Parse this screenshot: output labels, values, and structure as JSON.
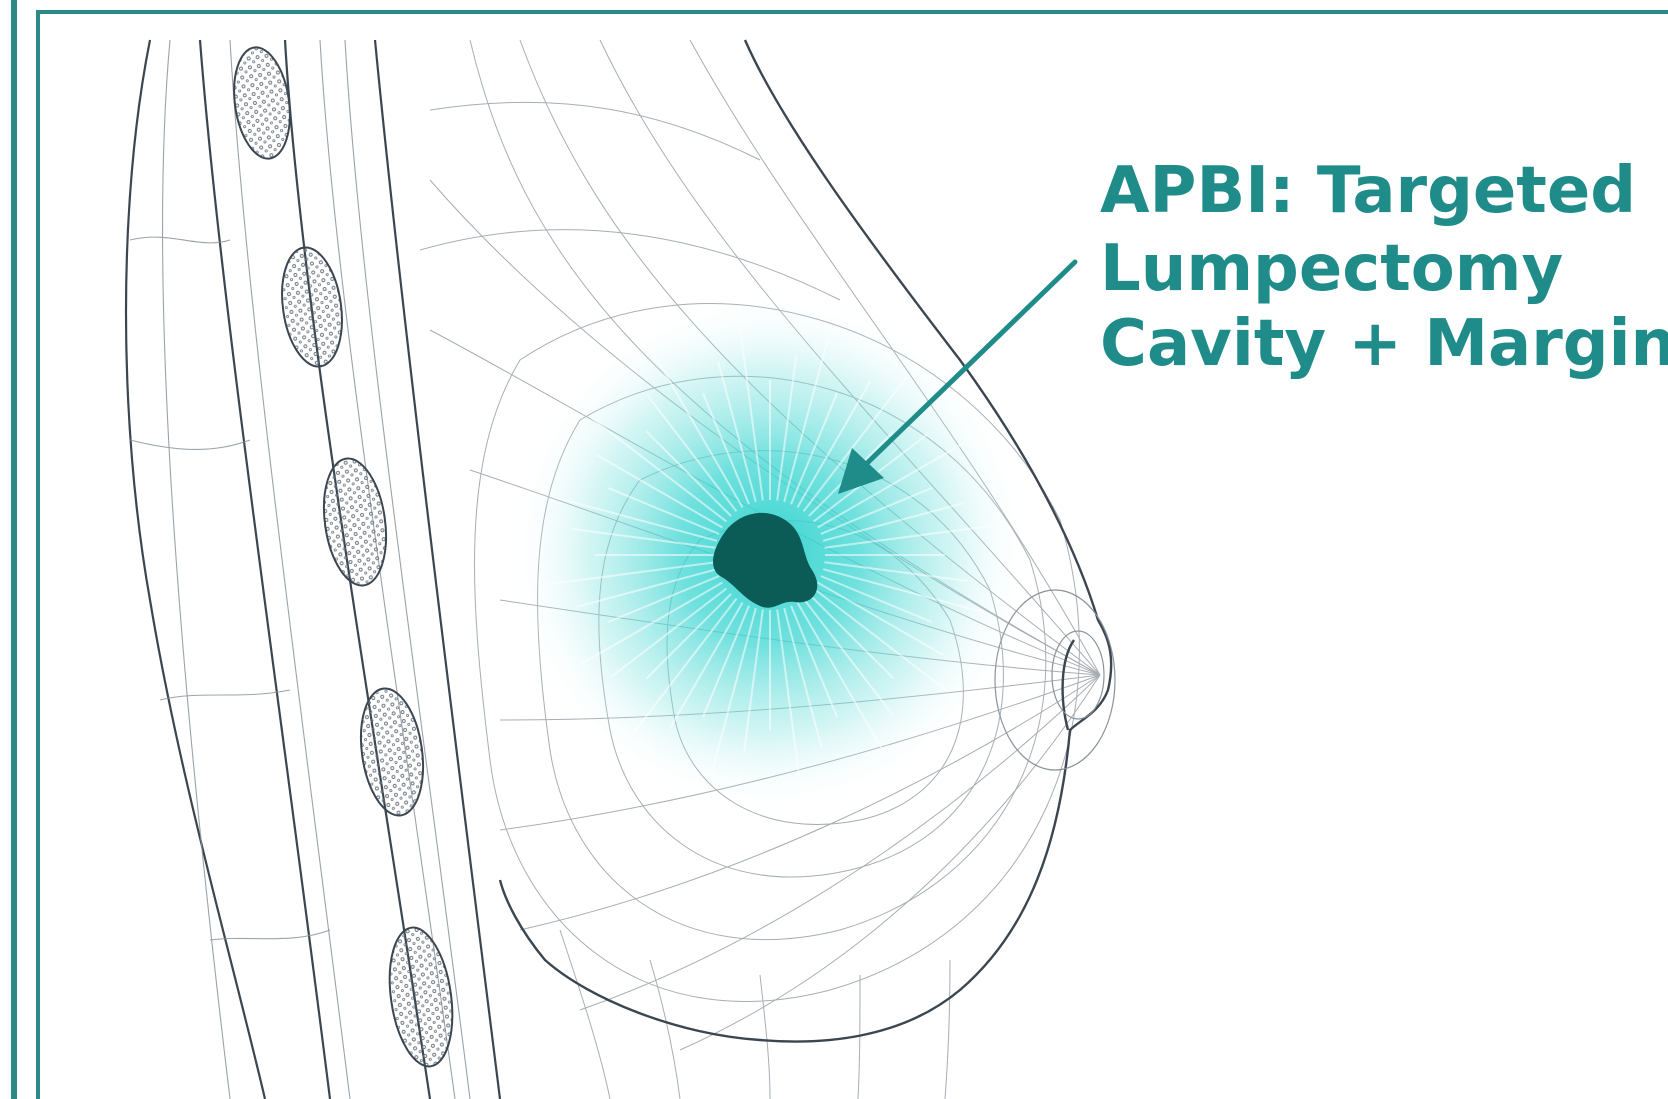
{
  "figure": {
    "label_lines": [
      "APBI: Targeted",
      "Lumpectomy",
      "Cavity + Margin"
    ]
  },
  "colors": {
    "accent": "#1f8c8a",
    "frame": "#2b8a88",
    "glow": "#3fd6d2",
    "cavity": "#0b5c57",
    "wire": "#8a939b",
    "outline": "#3b4650",
    "background": "#ffffff"
  },
  "icons": {
    "arrow": "arrow-icon"
  }
}
